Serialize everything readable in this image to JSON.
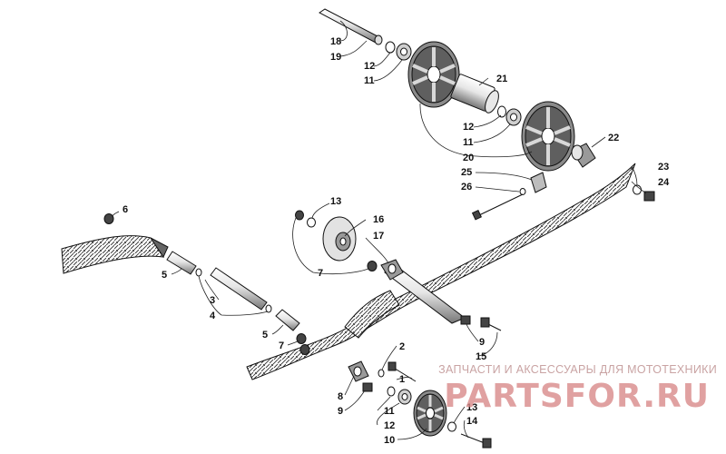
{
  "diagram": {
    "callouts": [
      {
        "id": "c18",
        "text": "18"
      },
      {
        "id": "c19",
        "text": "19"
      },
      {
        "id": "c12a",
        "text": "12"
      },
      {
        "id": "c11a",
        "text": "11"
      },
      {
        "id": "c21",
        "text": "21"
      },
      {
        "id": "c12b",
        "text": "12"
      },
      {
        "id": "c11b",
        "text": "11"
      },
      {
        "id": "c20",
        "text": "20"
      },
      {
        "id": "c22",
        "text": "22"
      },
      {
        "id": "c25",
        "text": "25"
      },
      {
        "id": "c26",
        "text": "26"
      },
      {
        "id": "c23",
        "text": "23"
      },
      {
        "id": "c24",
        "text": "24"
      },
      {
        "id": "c6",
        "text": "6"
      },
      {
        "id": "c13a",
        "text": "13"
      },
      {
        "id": "c16",
        "text": "16"
      },
      {
        "id": "c17",
        "text": "17"
      },
      {
        "id": "c7a",
        "text": "7"
      },
      {
        "id": "c5a",
        "text": "5"
      },
      {
        "id": "c3",
        "text": "3"
      },
      {
        "id": "c4",
        "text": "4"
      },
      {
        "id": "c5b",
        "text": "5"
      },
      {
        "id": "c7b",
        "text": "7"
      },
      {
        "id": "c9a",
        "text": "9"
      },
      {
        "id": "c15",
        "text": "15"
      },
      {
        "id": "c2",
        "text": "2"
      },
      {
        "id": "c1",
        "text": "1"
      },
      {
        "id": "c8",
        "text": "8"
      },
      {
        "id": "c9b",
        "text": "9"
      },
      {
        "id": "c11c",
        "text": "11"
      },
      {
        "id": "c12c",
        "text": "12"
      },
      {
        "id": "c10",
        "text": "10"
      },
      {
        "id": "c13b",
        "text": "13"
      },
      {
        "id": "c14",
        "text": "14"
      }
    ]
  },
  "watermark": {
    "caption": "ЗАПЧАСТИ И АКСЕССУАРЫ ДЛЯ МОТОТЕХНИКИ",
    "logo_text": "PARTSFOR.RU",
    "color": "#d98a8a",
    "caption_color": "#c9a3a3"
  }
}
